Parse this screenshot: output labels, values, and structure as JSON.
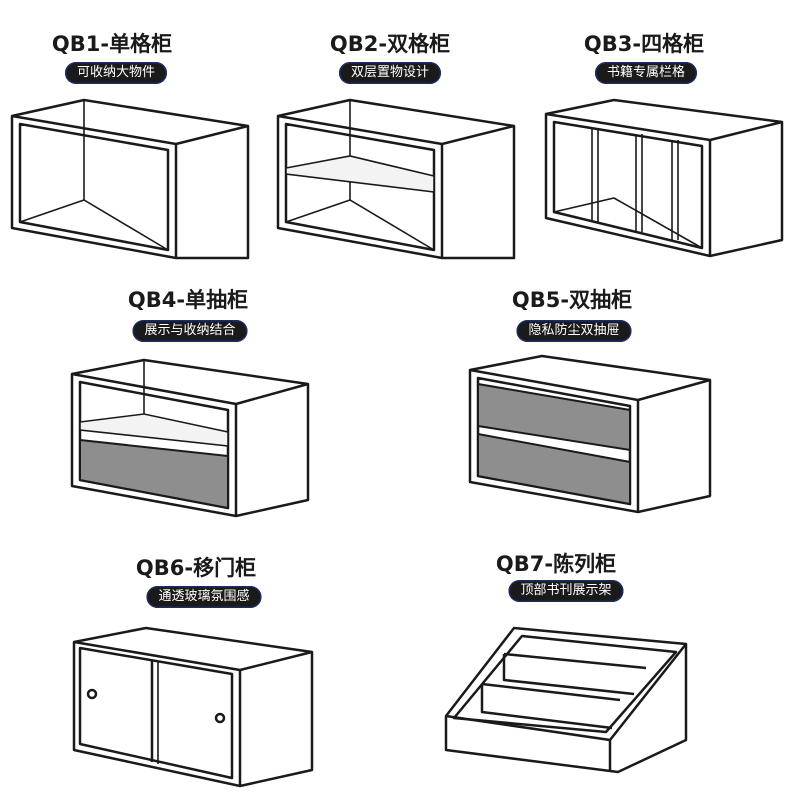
{
  "items": [
    {
      "code": "QB1-单格柜",
      "tag": "可收纳大物件",
      "icon": "open-box-cabinet-icon"
    },
    {
      "code": "QB2-双格柜",
      "tag": "双层置物设计",
      "icon": "two-shelf-cabinet-icon"
    },
    {
      "code": "QB3-四格柜",
      "tag": "书籍专属栏格",
      "icon": "four-slot-cabinet-icon"
    },
    {
      "code": "QB4-单抽柜",
      "tag": "展示与收纳结合",
      "icon": "single-drawer-cabinet-icon"
    },
    {
      "code": "QB5-双抽柜",
      "tag": "隐私防尘双抽屉",
      "icon": "double-drawer-cabinet-icon"
    },
    {
      "code": "QB6-移门柜",
      "tag": "通透玻璃氛围感",
      "icon": "sliding-door-cabinet-icon"
    },
    {
      "code": "QB7-陈列柜",
      "tag": "顶部书刊展示架",
      "icon": "display-rack-icon"
    }
  ],
  "colors": {
    "ink": "#1a1a1a",
    "tag_bg": "#1a1a1a",
    "tag_text": "#ffffff",
    "drawer": "#8e8e8e"
  }
}
